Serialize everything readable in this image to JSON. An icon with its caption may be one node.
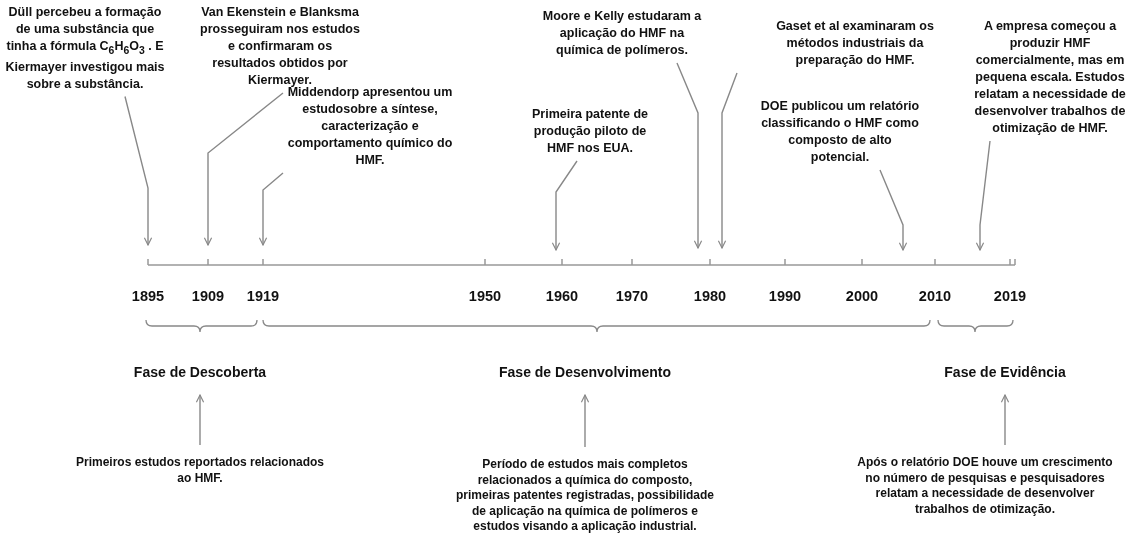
{
  "diagram": {
    "nodes": [
      {
        "text": [
          "Düll percebeu a formação de uma substância que tinha a fórmula C$_{6}$H$_{6}$O$_{3}$ . E Kiermayer investigou mais sobre a substância."
        ]
      },
      {
        "text": [
          "Van Ekenstein e Blanksma prosseguiram nos estudos e confirmaram os resultados obtidos por Kiermayer."
        ]
      },
      {
        "text": [
          "Middendorp apresentou um estudosobre a síntese, caracterização e comportamento químico do HMF."
        ]
      },
      {
        "text": [
          "Primeira patente de produção piloto de HMF nos EUA."
        ]
      },
      {
        "text": [
          "Moore e Kelly estudaram a aplicação do HMF na química de polímeros."
        ]
      },
      {
        "text": [
          "Gaset et al examinaram os métodos industriais da preparação do HMF."
        ]
      },
      {
        "text": [
          "DOE publicou um relatório classificando o HMF como composto de alto potencial."
        ]
      },
      {
        "text": [
          "A empresa começou a produzir HMF comercialmente, mas em pequena escala. Estudos relatam a necessidade de desenvolver trabalhos de otimização de HMF."
        ]
      },
      {
        "text": [
          "Fase de Descoberta"
        ]
      },
      {
        "text": [
          "Primeiros estudos reportados relacionados ao HMF."
        ]
      },
      {
        "text": [
          "Fase de Desenvolvimento"
        ]
      },
      {
        "text": [
          "Período de estudos mais completos relacionados a química do composto, primeiras patentes registradas, possibilidade de aplicação na química de polímeros e estudos visando a aplicação industrial."
        ]
      },
      {
        "text": [
          "Fase de Evidência"
        ]
      },
      {
        "text": [
          "Após o relatório DOE houve um crescimento no número de pesquisas e pesquisadores relatam a necessidade de desenvolver trabalhos de otimização."
        ]
      }
    ],
    "edges": [
      {
        "from": 0,
        "to": null,
        "arrow": "to"
      },
      {
        "from": 1,
        "to": null,
        "arrow": "to"
      },
      {
        "from": 2,
        "to": null,
        "arrow": "to"
      },
      {
        "from": 3,
        "to": null,
        "arrow": "to"
      },
      {
        "from": 4,
        "to": null,
        "arrow": "to"
      },
      {
        "from": 5,
        "to": null,
        "arrow": "to"
      },
      {
        "from": 6,
        "to": null,
        "arrow": "to"
      },
      {
        "from": 7,
        "to": null,
        "arrow": "to"
      },
      {
        "from": 9,
        "to": 8,
        "arrow": "to"
      },
      {
        "from": 11,
        "to": 10,
        "arrow": "to"
      },
      {
        "from": 13,
        "to": 12,
        "arrow": "to"
      }
    ],
    "labels": [
      "1895",
      "1909",
      "1919",
      "1950",
      "1960",
      "1970",
      "1980",
      "1990",
      "2000",
      "2010",
      "2019"
    ]
  }
}
